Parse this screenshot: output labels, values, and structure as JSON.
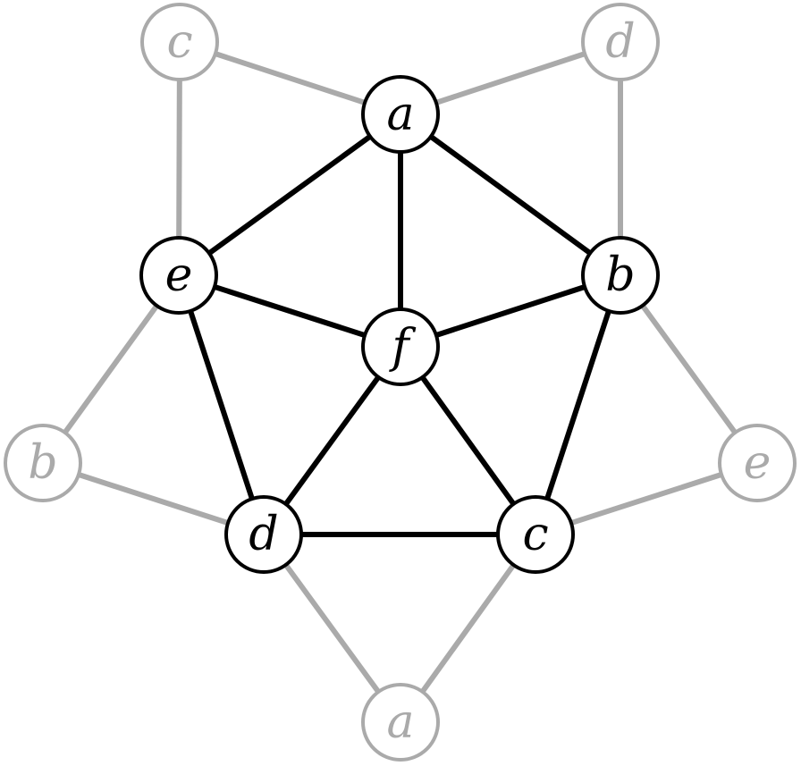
{
  "colors": {
    "main": "#000000",
    "ghost": "#aaaaaa",
    "node_fill": "#ffffff",
    "background": "#ffffff"
  },
  "main_nodes": [
    {
      "id": "a",
      "label": "a"
    },
    {
      "id": "b",
      "label": "b"
    },
    {
      "id": "c",
      "label": "c"
    },
    {
      "id": "d",
      "label": "d"
    },
    {
      "id": "e",
      "label": "e"
    },
    {
      "id": "f",
      "label": "f"
    }
  ],
  "ghost_nodes": [
    {
      "id": "gc",
      "label": "c"
    },
    {
      "id": "gd",
      "label": "d"
    },
    {
      "id": "gb",
      "label": "b"
    },
    {
      "id": "ge",
      "label": "e"
    },
    {
      "id": "ga",
      "label": "a"
    }
  ],
  "main_edges": [
    [
      "a",
      "e"
    ],
    [
      "a",
      "b"
    ],
    [
      "a",
      "f"
    ],
    [
      "e",
      "f"
    ],
    [
      "b",
      "f"
    ],
    [
      "e",
      "d"
    ],
    [
      "b",
      "c"
    ],
    [
      "f",
      "d"
    ],
    [
      "f",
      "c"
    ],
    [
      "d",
      "c"
    ]
  ],
  "ghost_edges": [
    [
      "gc",
      "a"
    ],
    [
      "gc",
      "e"
    ],
    [
      "gd",
      "a"
    ],
    [
      "gd",
      "b"
    ],
    [
      "gb",
      "e"
    ],
    [
      "gb",
      "d"
    ],
    [
      "ge",
      "b"
    ],
    [
      "ge",
      "c"
    ],
    [
      "ga",
      "d"
    ],
    [
      "ga",
      "c"
    ]
  ]
}
